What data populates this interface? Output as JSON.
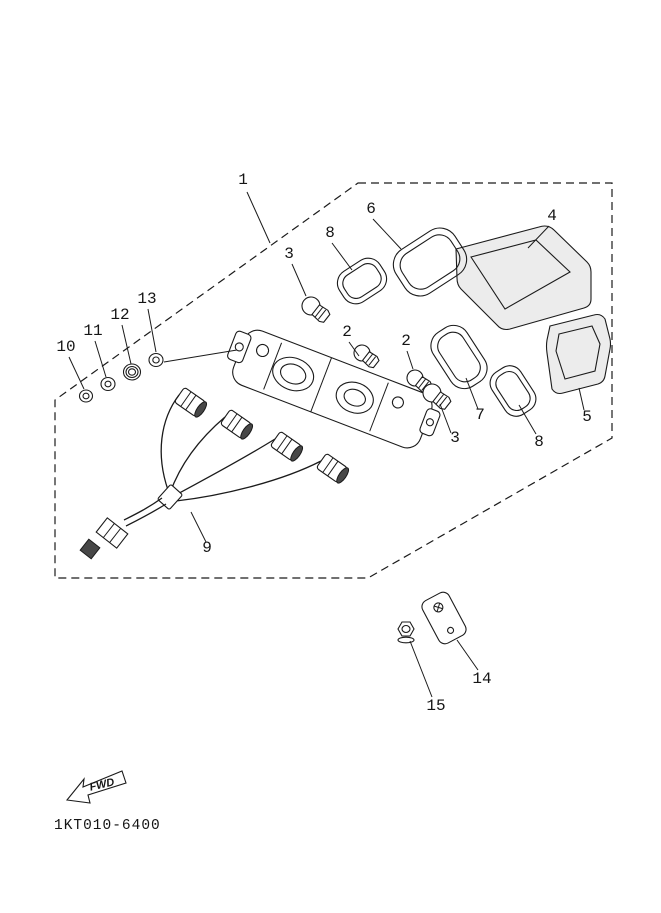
{
  "diagram": {
    "part_code": "1KT010-6400",
    "fwd_label": "FWD",
    "callouts": [
      {
        "label": "1"
      },
      {
        "label": "6"
      },
      {
        "label": "8"
      },
      {
        "label": "4"
      },
      {
        "label": "3"
      },
      {
        "label": "2"
      },
      {
        "label": "2"
      },
      {
        "label": "13"
      },
      {
        "label": "12"
      },
      {
        "label": "11"
      },
      {
        "label": "10"
      },
      {
        "label": "7"
      },
      {
        "label": "8"
      },
      {
        "label": "3"
      },
      {
        "label": "5"
      },
      {
        "label": "9"
      },
      {
        "label": "14"
      },
      {
        "label": "15"
      }
    ]
  }
}
